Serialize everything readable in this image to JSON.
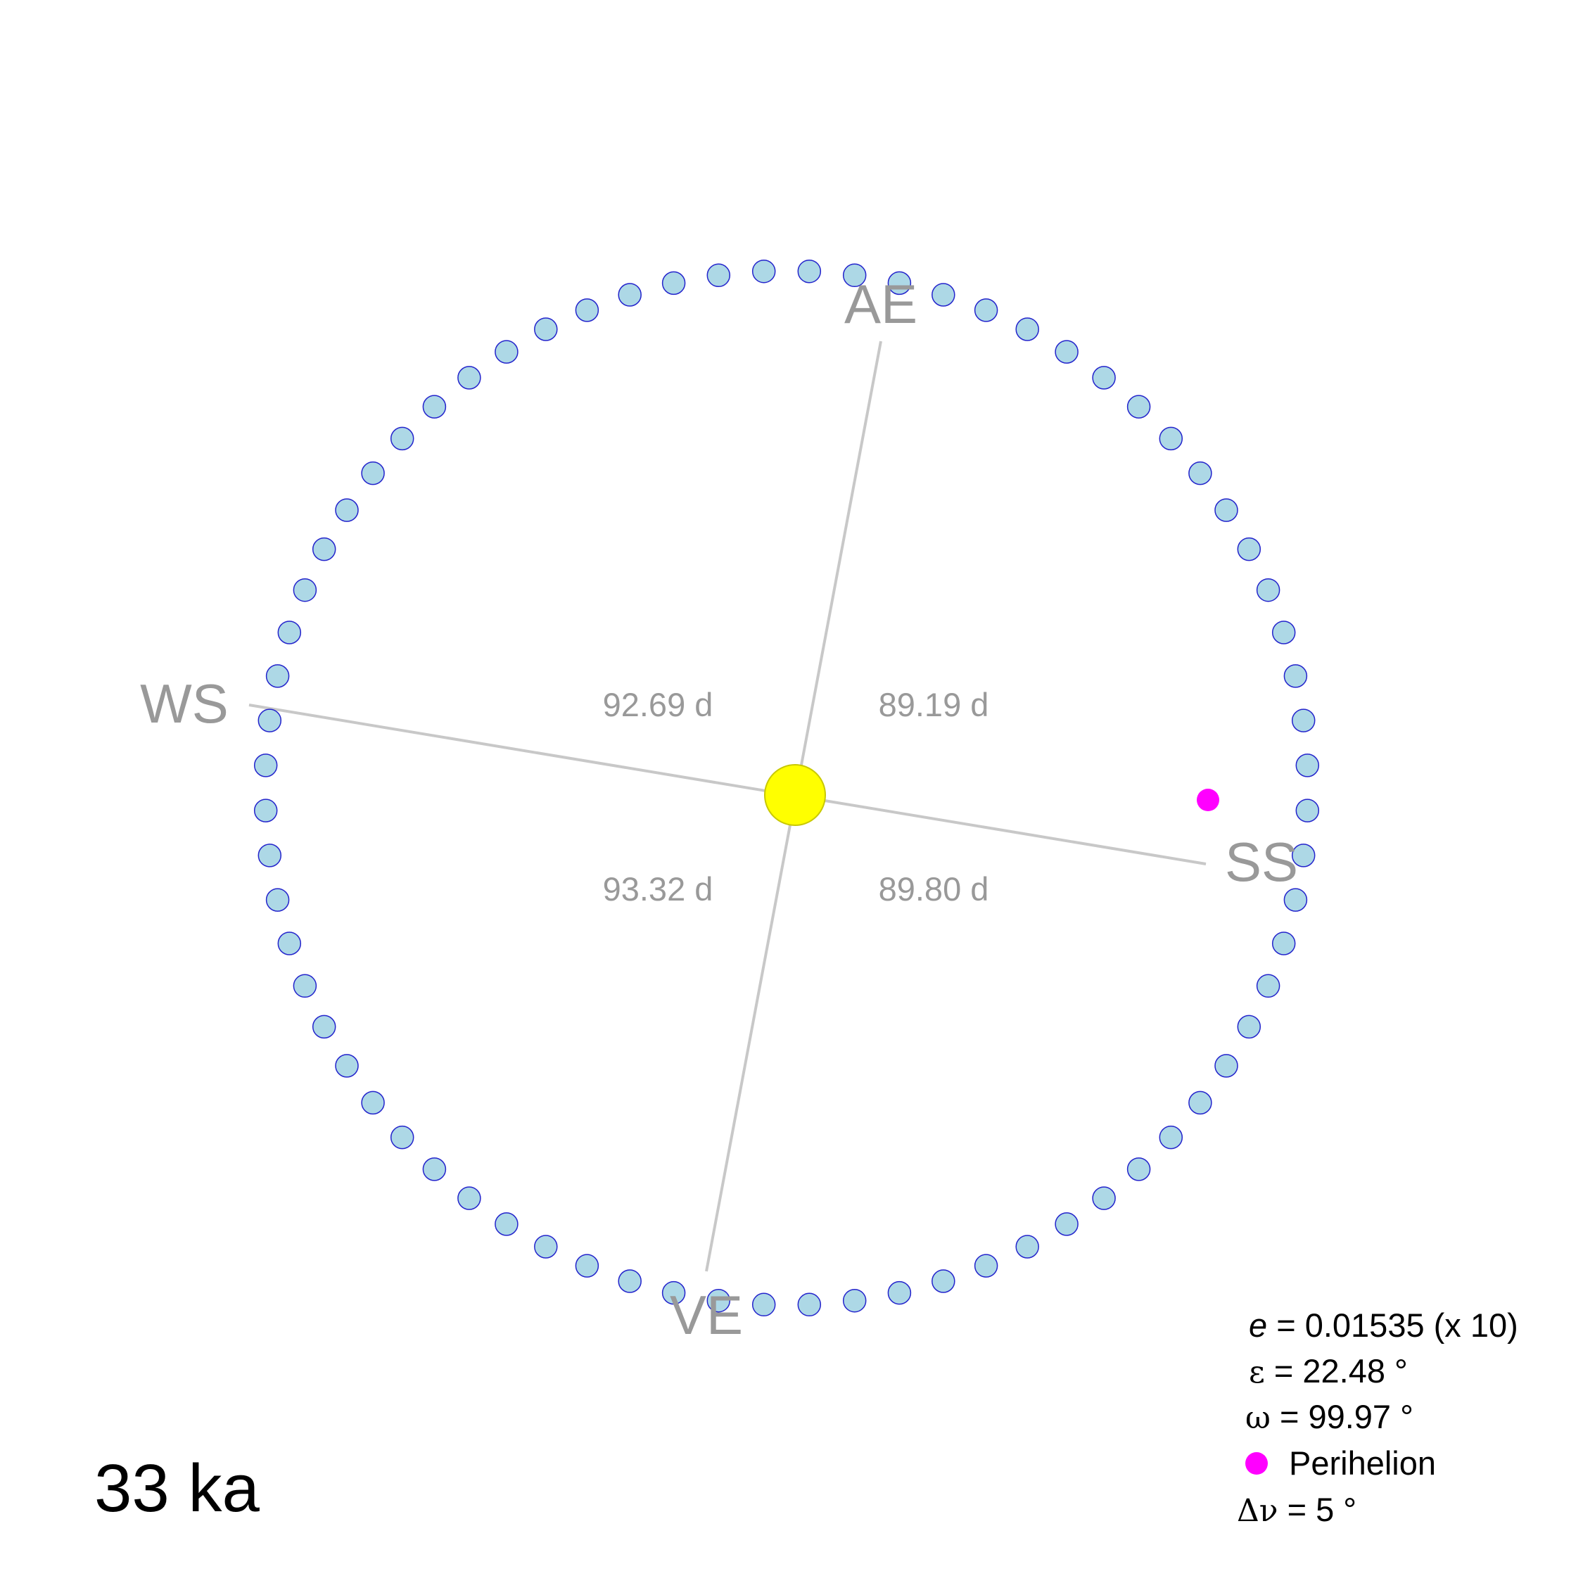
{
  "seasons": {
    "ae_label": "AE",
    "ws_label": "WS",
    "ss_label": "SS",
    "ve_label": "VE"
  },
  "durations": {
    "ws_to_ve_top_left": "92.69 d",
    "ae_to_ss_top_right": "89.19 d",
    "bottom_left": "93.32 d",
    "bottom_right": "89.80 d"
  },
  "parameters": {
    "e_symbol": "e",
    "e_value": " = 0.01535 (x 10)",
    "epsilon_symbol": "ε",
    "epsilon_value": " = 22.48 °",
    "omega_symbol": "ω",
    "omega_value": " = 99.97 °",
    "perihelion_label": "Perihelion",
    "delta_nu_symbol": "Δν",
    "delta_nu_value": " =  5 °"
  },
  "age_label": "33 ka",
  "orbit": {
    "eccentricity": 0.01535,
    "eccentricity_display_factor": 10,
    "obliquity_deg": 22.48,
    "longitude_of_perihelion_deg": 99.97,
    "step_deg": 5,
    "point_count": 72
  },
  "colors": {
    "orbit_point_fill": "#add8e6",
    "orbit_point_stroke": "#2323cc",
    "sun_fill": "#ffff00",
    "sun_stroke": "#c8c800",
    "perihelion": "#ff00ff",
    "axis_line": "#c8c8c8",
    "label_gray": "#999999"
  }
}
